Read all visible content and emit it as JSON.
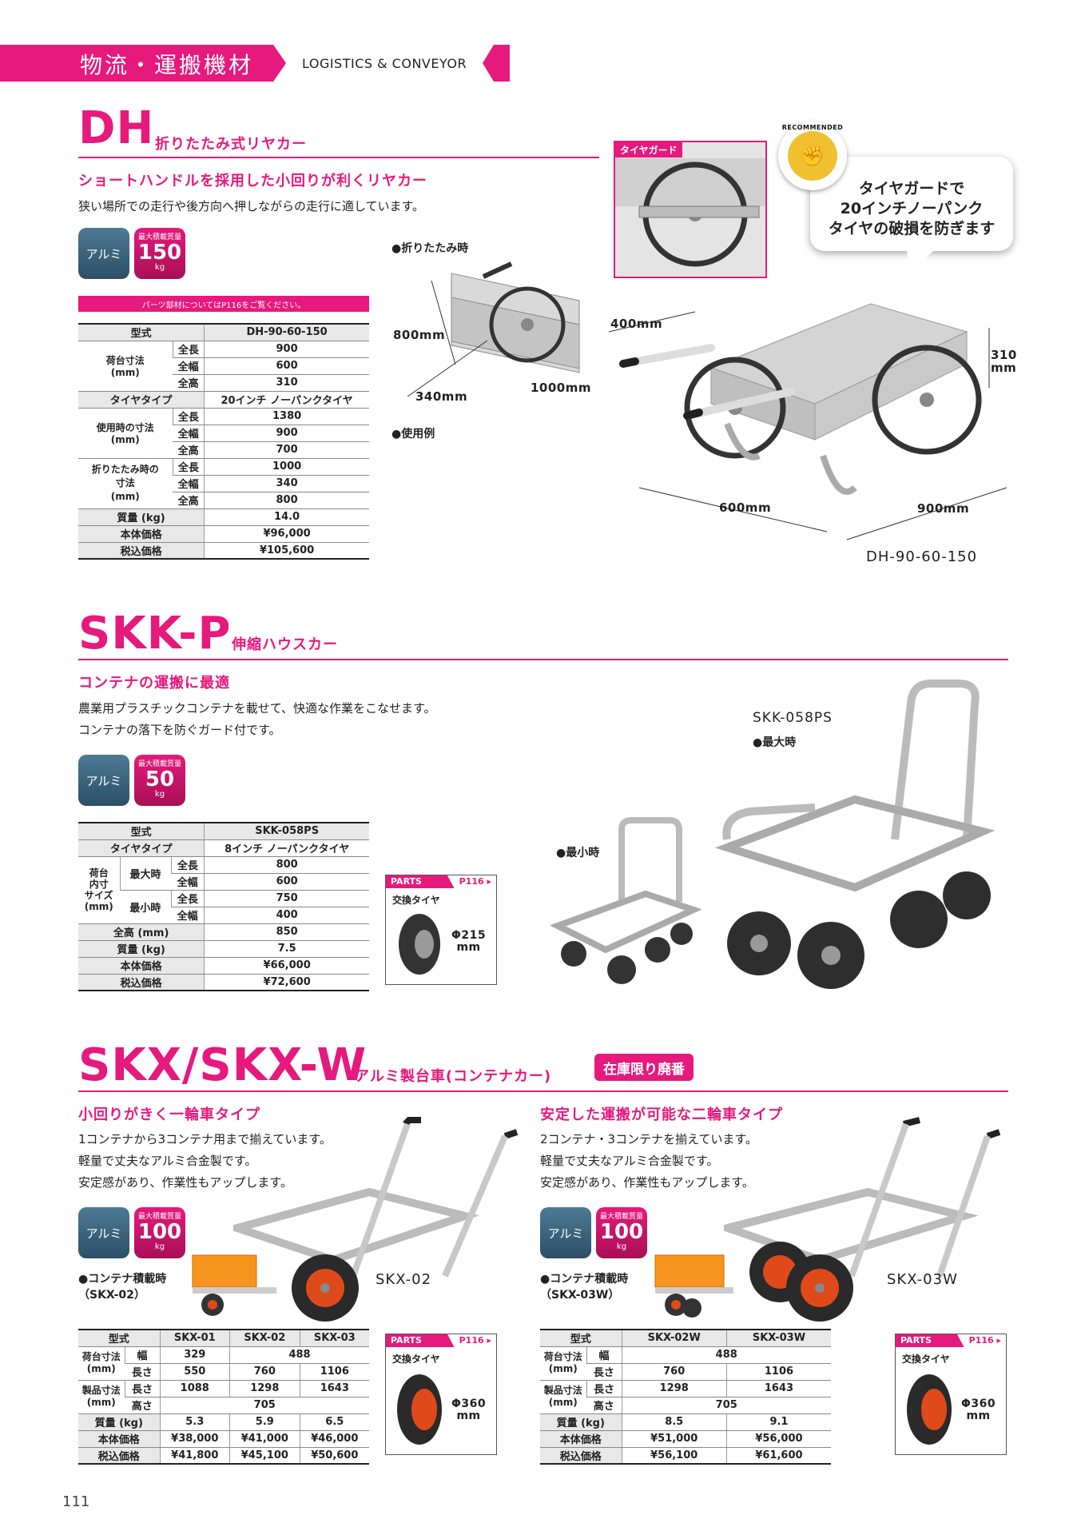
{
  "header": {
    "title": "物流・運搬機材",
    "subtitle": "LOGISTICS & CONVEYOR"
  },
  "dh": {
    "model": "DH",
    "subtitle": "折りたたみ式リヤカー",
    "lead": "ショートハンドルを採用した小回りが利くリヤカー",
    "desc": "狭い場所での走行や後方向へ押しながらの走行に適しています。",
    "material": "アルミ",
    "load": {
      "label": "最大積載質量",
      "value": "150",
      "unit": "kg"
    },
    "parts_note": "パーツ部材についてはP116をご覧ください。",
    "table": {
      "model_label": "型式",
      "model_value": "DH-90-60-150",
      "bed_label": "荷台寸法\n(mm)",
      "len": "全長",
      "wid": "全幅",
      "hei": "全高",
      "bed": [
        "900",
        "600",
        "310"
      ],
      "tire_label": "タイヤタイプ",
      "tire_value": "20インチ ノーパンクタイヤ",
      "use_label": "使用時の寸法\n(mm)",
      "use": [
        "1380",
        "900",
        "700"
      ],
      "fold_label": "折りたたみ時の\n寸法\n(mm)",
      "fold": [
        "1000",
        "340",
        "800"
      ],
      "mass_label": "質量 (kg)",
      "mass": "14.0",
      "price_label": "本体価格",
      "price": "¥96,000",
      "tax_label": "税込価格",
      "tax": "¥105,600"
    },
    "fold_caption": "●折りたたみ時",
    "fold_dims": {
      "h": "800mm",
      "d": "340mm",
      "w": "1000mm"
    },
    "use_caption": "●使用例",
    "tire_guard": "タイヤガード",
    "recommended": "RECOMMENDED",
    "bubble": [
      "タイヤガードで",
      "20インチノーパンク",
      "タイヤの破損を防ぎます"
    ],
    "main_dims": {
      "handle": "400mm",
      "h": "310\nmm",
      "w": "600mm",
      "l": "900mm"
    },
    "main_model": "DH-90-60-150"
  },
  "skkp": {
    "model": "SKK-P",
    "subtitle": "伸縮ハウスカー",
    "lead": "コンテナの運搬に最適",
    "desc": [
      "農業用プラスチックコンテナを載せて、快適な作業をこなせます。",
      "コンテナの落下を防ぐガード付です。"
    ],
    "material": "アルミ",
    "load": {
      "label": "最大積載質量",
      "value": "50",
      "unit": "kg"
    },
    "table": {
      "model_label": "型式",
      "model_value": "SKK-058PS",
      "tire_label": "タイヤタイプ",
      "tire_value": "8インチ ノーパンクタイヤ",
      "inner_label": "荷台\n内寸\nサイズ\n(mm)",
      "max_label": "最大時",
      "min_label": "最小時",
      "len": "全長",
      "wid": "全幅",
      "max": [
        "800",
        "600"
      ],
      "min": [
        "750",
        "400"
      ],
      "height_label": "全高 (mm)",
      "height": "850",
      "mass_label": "質量 (kg)",
      "mass": "7.5",
      "price_label": "本体価格",
      "price": "¥66,000",
      "tax_label": "税込価格",
      "tax": "¥72,600"
    },
    "parts": {
      "head": "PARTS",
      "ref": "P116 ▸",
      "title": "交換タイヤ",
      "size": "Φ215\nmm"
    },
    "min_caption": "●最小時",
    "max_model": "SKK-058PS",
    "max_caption": "●最大時"
  },
  "skx": {
    "model": "SKX/SKX-W",
    "subtitle": "アルミ製台車(コンテナカー)",
    "stock_tag": "在庫限り廃番",
    "left": {
      "lead": "小回りがきく一輪車タイプ",
      "desc": [
        "1コンテナから3コンテナ用まで揃えています。",
        "軽量で丈夫なアルミ合金製です。",
        "安定感があり、作業性もアップします。"
      ],
      "material": "アルミ",
      "load": {
        "label": "最大積載質量",
        "value": "100",
        "unit": "kg"
      },
      "container_caption": "●コンテナ積載時\n（SKX-02）",
      "product": "SKX-02",
      "table": {
        "h": [
          "型式",
          "SKX-01",
          "SKX-02",
          "SKX-03"
        ],
        "bed_label": "荷台寸法\n(mm)",
        "w_label": "幅",
        "l_label": "長さ",
        "bed_w": [
          "329",
          "488"
        ],
        "bed_l": [
          "550",
          "760",
          "1106"
        ],
        "prod_label": "製品寸法\n(mm)",
        "prod_l": [
          "1088",
          "1298",
          "1643"
        ],
        "h_label": "高さ",
        "prod_h": "705",
        "mass_label": "質量 (kg)",
        "mass": [
          "5.3",
          "5.9",
          "6.5"
        ],
        "price_label": "本体価格",
        "price": [
          "¥38,000",
          "¥41,000",
          "¥46,000"
        ],
        "tax_label": "税込価格",
        "tax": [
          "¥41,800",
          "¥45,100",
          "¥50,600"
        ]
      },
      "parts": {
        "head": "PARTS",
        "ref": "P116 ▸",
        "title": "交換タイヤ",
        "size": "Φ360\nmm"
      }
    },
    "right": {
      "lead": "安定した運搬が可能な二輪車タイプ",
      "desc": [
        "2コンテナ・3コンテナを揃えています。",
        "軽量で丈夫なアルミ合金製です。",
        "安定感があり、作業性もアップします。"
      ],
      "material": "アルミ",
      "load": {
        "label": "最大積載質量",
        "value": "100",
        "unit": "kg"
      },
      "container_caption": "●コンテナ積載時\n（SKX-03W）",
      "product": "SKX-03W",
      "table": {
        "h": [
          "型式",
          "SKX-02W",
          "SKX-03W"
        ],
        "bed_label": "荷台寸法\n(mm)",
        "w_label": "幅",
        "l_label": "長さ",
        "bed_w": "488",
        "bed_l": [
          "760",
          "1106"
        ],
        "prod_label": "製品寸法\n(mm)",
        "prod_l": [
          "1298",
          "1643"
        ],
        "h_label": "高さ",
        "prod_h": "705",
        "mass_label": "質量 (kg)",
        "mass": [
          "8.5",
          "9.1"
        ],
        "price_label": "本体価格",
        "price": [
          "¥51,000",
          "¥56,000"
        ],
        "tax_label": "税込価格",
        "tax": [
          "¥56,100",
          "¥61,600"
        ]
      },
      "parts": {
        "head": "PARTS",
        "ref": "P116 ▸",
        "title": "交換タイヤ",
        "size": "Φ360\nmm"
      }
    }
  },
  "page_number": "111"
}
